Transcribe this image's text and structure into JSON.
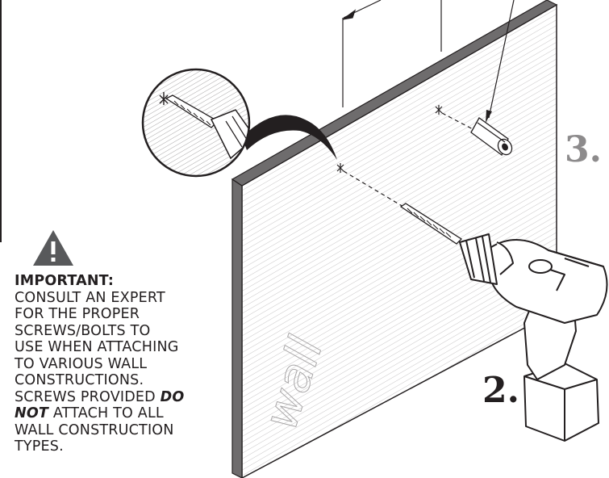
{
  "warning": {
    "icon": "warning-triangle-icon",
    "heading": "IMPORTANT:",
    "lines": [
      "CONSULT AN EXPERT",
      "FOR THE PROPER",
      "SCREWS/BOLTS TO",
      "USE WHEN ATTACHING",
      "TO VARIOUS WALL",
      "CONSTRUCTIONS.",
      "SCREWS PROVIDED"
    ],
    "emph_do": "DO",
    "emph_not": "NOT",
    "tail_1": " ATTACH TO ALL",
    "tail_2": "WALL CONSTRUCTION",
    "tail_3": "TYPES."
  },
  "steps": {
    "two": "2.",
    "three": "3."
  },
  "wall_label": "wall",
  "colors": {
    "ink": "#231f20",
    "step3": "#8d8b8c",
    "wall_edge": "#6e6c6d",
    "hatch": "#c9c7c8"
  },
  "icons": [
    "drill-icon",
    "drill-bit-icon",
    "wall-anchor-icon",
    "magnifier-callout-icon",
    "drill-mark-icon"
  ]
}
